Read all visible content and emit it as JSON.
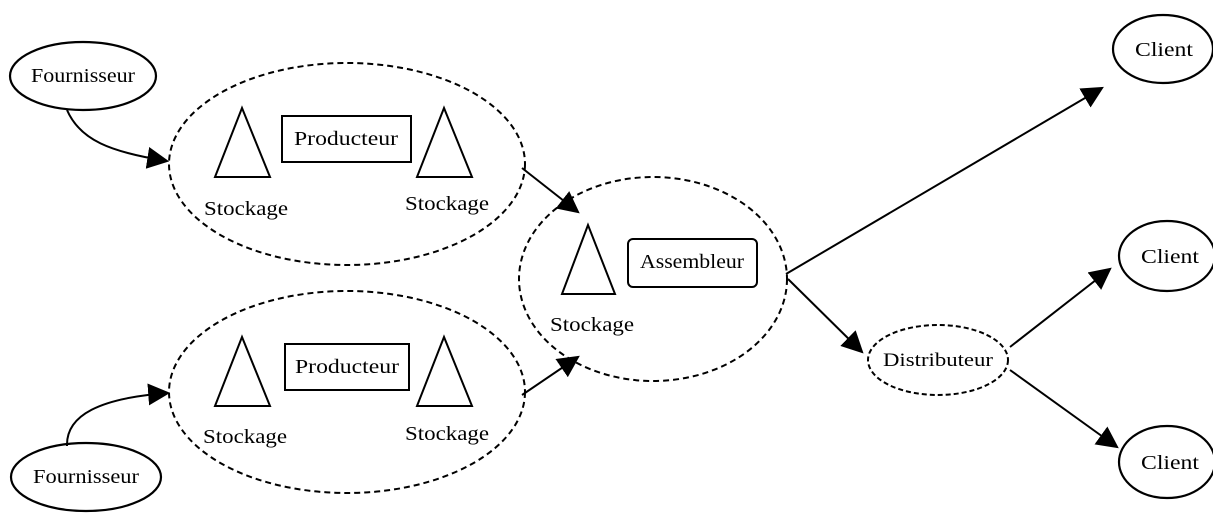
{
  "diagram": {
    "colors": {
      "stroke": "#000000",
      "background": "#ffffff"
    },
    "suppliers": [
      {
        "label": "Fournisseur"
      },
      {
        "label": "Fournisseur"
      }
    ],
    "producers": [
      {
        "label": "Producteur",
        "storage_left": "Stockage",
        "storage_right": "Stockage"
      },
      {
        "label": "Producteur",
        "storage_left": "Stockage",
        "storage_right": "Stockage"
      }
    ],
    "assembler": {
      "label": "Assembleur",
      "storage": "Stockage"
    },
    "distributor": {
      "label": "Distributeur"
    },
    "clients": [
      {
        "label": "Client"
      },
      {
        "label": "Client"
      },
      {
        "label": "Client"
      }
    ],
    "flows": [
      {
        "from": "Fournisseur",
        "to": "Producteur"
      },
      {
        "from": "Fournisseur",
        "to": "Producteur"
      },
      {
        "from": "Producteur",
        "to": "Assembleur"
      },
      {
        "from": "Producteur",
        "to": "Assembleur"
      },
      {
        "from": "Assembleur",
        "to": "Client"
      },
      {
        "from": "Assembleur",
        "to": "Distributeur"
      },
      {
        "from": "Distributeur",
        "to": "Client"
      },
      {
        "from": "Distributeur",
        "to": "Client"
      }
    ]
  }
}
